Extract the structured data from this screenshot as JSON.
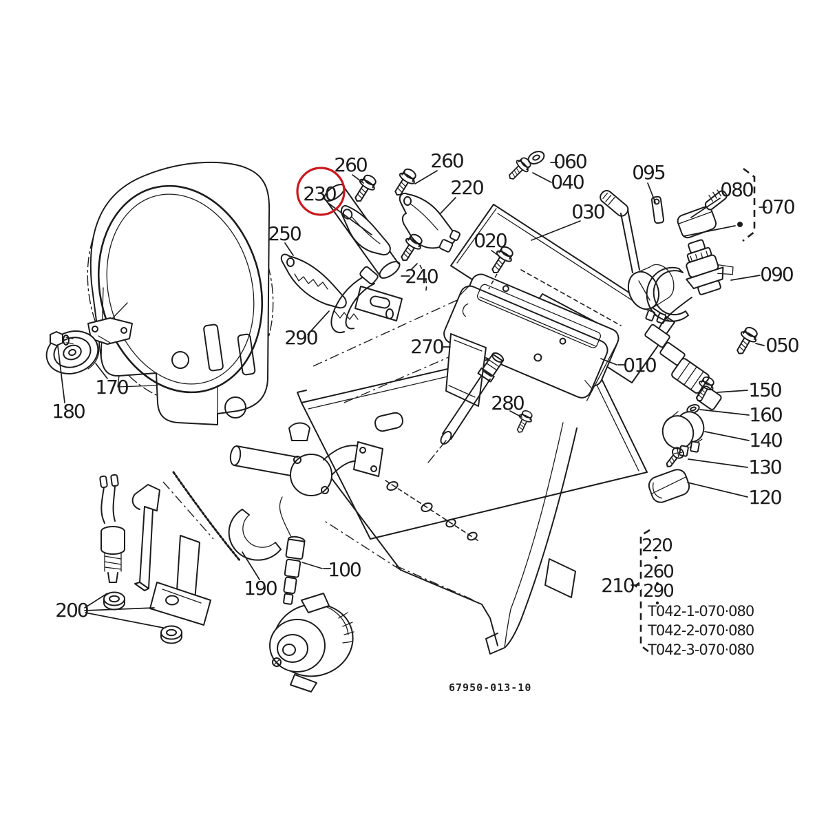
{
  "page": {
    "background": "#ffffff"
  },
  "diagram": {
    "type": "exploded-parts-diagram",
    "drawing_number": "67950-013-10",
    "ink_color": "#1c1c1c",
    "highlight": {
      "callout": "230",
      "color": "#c8191e"
    },
    "callouts": {
      "c010": "010",
      "c020": "020",
      "c030": "030",
      "c040": "040",
      "c050": "050",
      "c060": "060",
      "c070": "070",
      "c080": "080",
      "c090": "090",
      "c095": "095",
      "c100": "100",
      "c120": "120",
      "c130": "130",
      "c140": "140",
      "c150": "150",
      "c160": "160",
      "c170": "170",
      "c180": "180",
      "c190": "190",
      "c200": "200",
      "c210": "210",
      "c220": "220",
      "c230": "230",
      "c240": "240",
      "c250": "250",
      "c260a": "260",
      "c260b": "260",
      "c270": "270",
      "c280": "280",
      "c290": "290"
    },
    "ref_group": {
      "label": "210",
      "items": [
        "220",
        "260",
        "290"
      ],
      "models": [
        "T042-1-070·080",
        "T042-2-070·080",
        "T042-3-070·080"
      ]
    }
  }
}
